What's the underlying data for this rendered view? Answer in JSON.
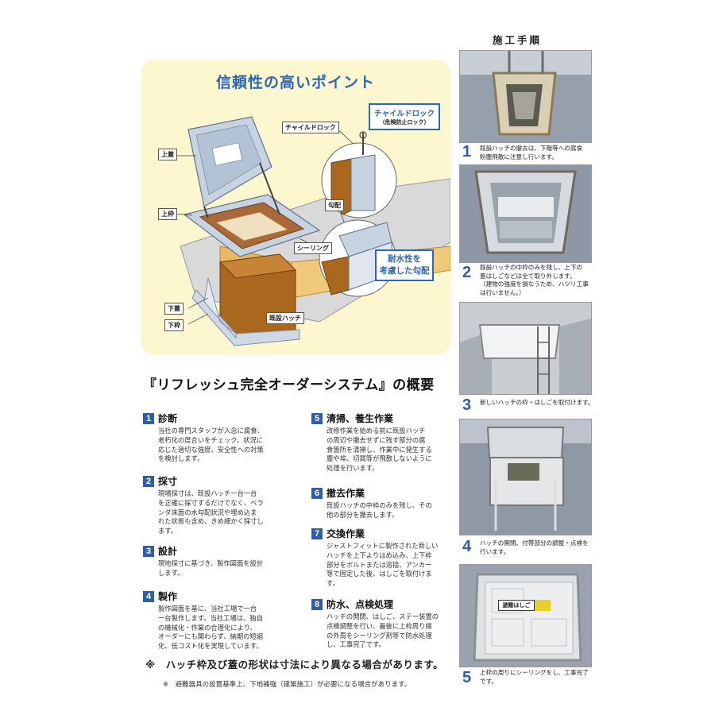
{
  "diagram": {
    "title": "信頼性の高いポイント",
    "labels": {
      "top_lid": "上蓋",
      "top_frame": "上枠",
      "bottom_lid": "下蓋",
      "bottom_frame": "下枠",
      "existing_hatch": "既設ハッチ",
      "child_lock": "チャイルドロック",
      "slope": "勾配",
      "sealing": "シーリング"
    },
    "child_lock_box": {
      "title": "チャイルドロック",
      "sub": "（危険防止ロック）"
    },
    "water_box": {
      "line1": "耐水性を",
      "line2": "考慮した勾配"
    }
  },
  "overview_title": "『リフレッシュ完全オーダーシステム』の概要",
  "steps": [
    {
      "num": "1",
      "title": "診断",
      "body": "当社の専門スタッフが入念に腐食、\n老朽化の度合いをチェック。状況に\n応じた適切な強度、安全性への対策\nを検討します。"
    },
    {
      "num": "2",
      "title": "採寸",
      "body": "現場採寸は、既設ハッチ一台一台\nを正確に採寸するだけでなく、ベラ\nンダ床面の水勾配状況や埋め込ま\nれた状態も含め、きめ細かく採寸し\nます。"
    },
    {
      "num": "3",
      "title": "設計",
      "body": "現地採寸に基づき、製作図面を設計\nします。"
    },
    {
      "num": "4",
      "title": "製作",
      "body": "製作図面を基に、当社工場で一台\n一台製作します。当社工場は、独自\nの機械化・作業の合理化により、\nオーダーにも関わらず、納期の短縮\n化、低コスト化を実現しています。"
    },
    {
      "num": "5",
      "title": "清掃、養生作業",
      "body": "改修作業を始める前に既設ハッチ\nの周辺や撤去せずに残す部分の腐\n食箇所を清掃し、作業中に発生する\n塵や埃、切屑等が飛散しないように\n処理を行います。"
    },
    {
      "num": "6",
      "title": "撤去作業",
      "body": "既設ハッチの中枠のみを残し、その\n他の部分を撤去します。"
    },
    {
      "num": "7",
      "title": "交換作業",
      "body": "ジャストフィットに製作された新しい\nハッチを上下よりはめ込み、上下枠\n部分をボルトまたは溶接、アンカー\n等で固定した後、はしごを取付けま\nす。"
    },
    {
      "num": "8",
      "title": "防水、点検処理",
      "body": "ハッチの開閉、はしご、ステー装置の\n点検調整を行い、最後に上枠周り縁\nの外周をシーリング剤等で防水処理\nし、工事完了です。"
    }
  ],
  "note1": "※　ハッチ枠及び蓋の形状は寸法により異なる場合があります。",
  "note2": "※　避難器具の設置基準上、下地補強（建築施工）が必要になる場合があります。",
  "procedure": {
    "title": "施工手順",
    "items": [
      {
        "num": "1",
        "text": "既設ハッチの撤去は、下階等への腐食\n粉塵飛散に注意し行います。"
      },
      {
        "num": "2",
        "text": "既設ハッチの中枠のみを残し、上下の\n蓋はしごなどは全て取り外します。\n（建物の強度を損なうため、ハツリ工事\nは行いません。）"
      },
      {
        "num": "3",
        "text": "新しいハッチの枠・はしごを取付けます。"
      },
      {
        "num": "4",
        "text": "ハッチの開閉、付帯部分の調整・点検を\n行います。"
      },
      {
        "num": "5",
        "text": "上枠の周りにシーリングをし、工事完了\nです。"
      }
    ],
    "photo5_sign": "避難はしご"
  }
}
